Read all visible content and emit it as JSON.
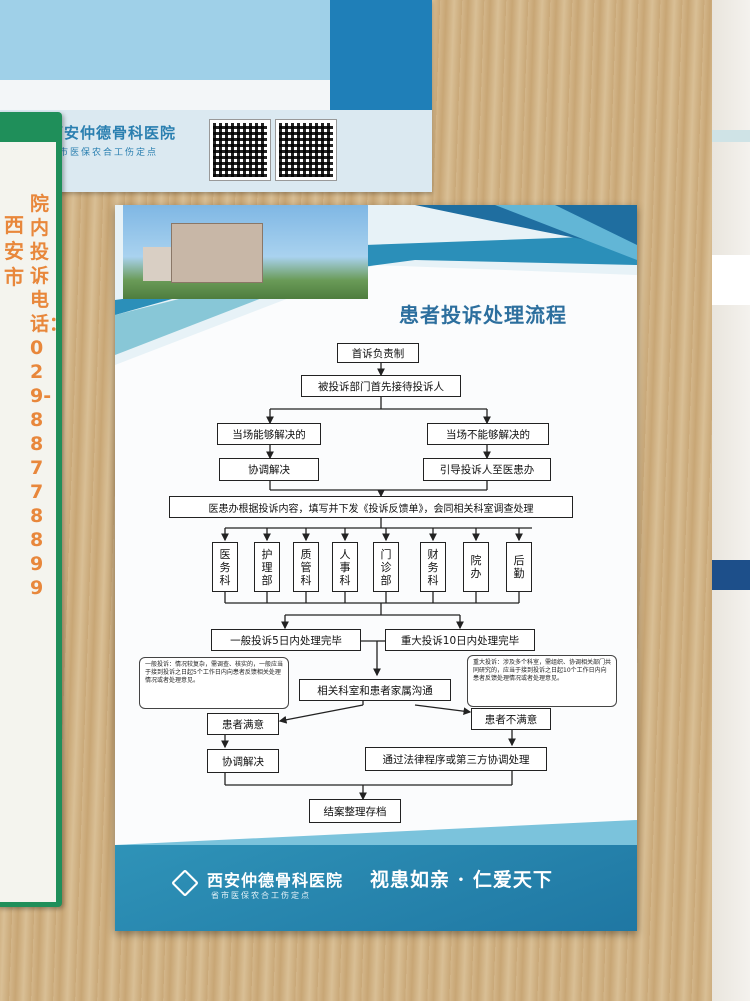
{
  "top_poster": {
    "hospital_name": "西安仲德骨科医院",
    "subtitle": "省市医保农合工伤定点"
  },
  "left_sign": {
    "title_fragment": "西安市",
    "text": "院内投诉电话：029-88778899"
  },
  "poster": {
    "title": "患者投诉处理流程",
    "footer": {
      "hospital_name": "西安仲德骨科医院",
      "subtitle": "省市医保农合工伤定点",
      "slogan": "视患如亲 · 仁爱天下"
    },
    "flow": {
      "step1": "首诉负责制",
      "step2": "被投诉部门首先接待投诉人",
      "can_solve": "当场能够解决的",
      "cannot_solve": "当场不能够解决的",
      "coordinate": "协调解决",
      "guide": "引导投诉人至医患办",
      "main_process": "医患办根据投诉内容，填写并下发《投诉反馈单》，会同相关科室调查处理",
      "departments": [
        "医务科",
        "护理部",
        "质管科",
        "人事科",
        "门诊部",
        "财务科",
        "院办",
        "后勤"
      ],
      "general": "一般投诉5日内处理完毕",
      "major": "重大投诉10日内处理完毕",
      "general_note": "一般投诉：情况较复杂，需调查、核实的，一般应当于接到投诉之日起5个工作日内向患者反馈相关处理情况或者处理意见。",
      "major_note": "重大投诉：涉及多个科室，需组织、协调相关部门共同研究的，应当于接到投诉之日起10个工作日内向患者反馈处理情况或者处理意见。",
      "communicate": "相关科室和患者家属沟通",
      "satisfied": "患者满意",
      "unsatisfied": "患者不满意",
      "coordinate2": "协调解决",
      "legal": "通过法律程序或第三方协调处理",
      "archive": "结案整理存档"
    }
  }
}
